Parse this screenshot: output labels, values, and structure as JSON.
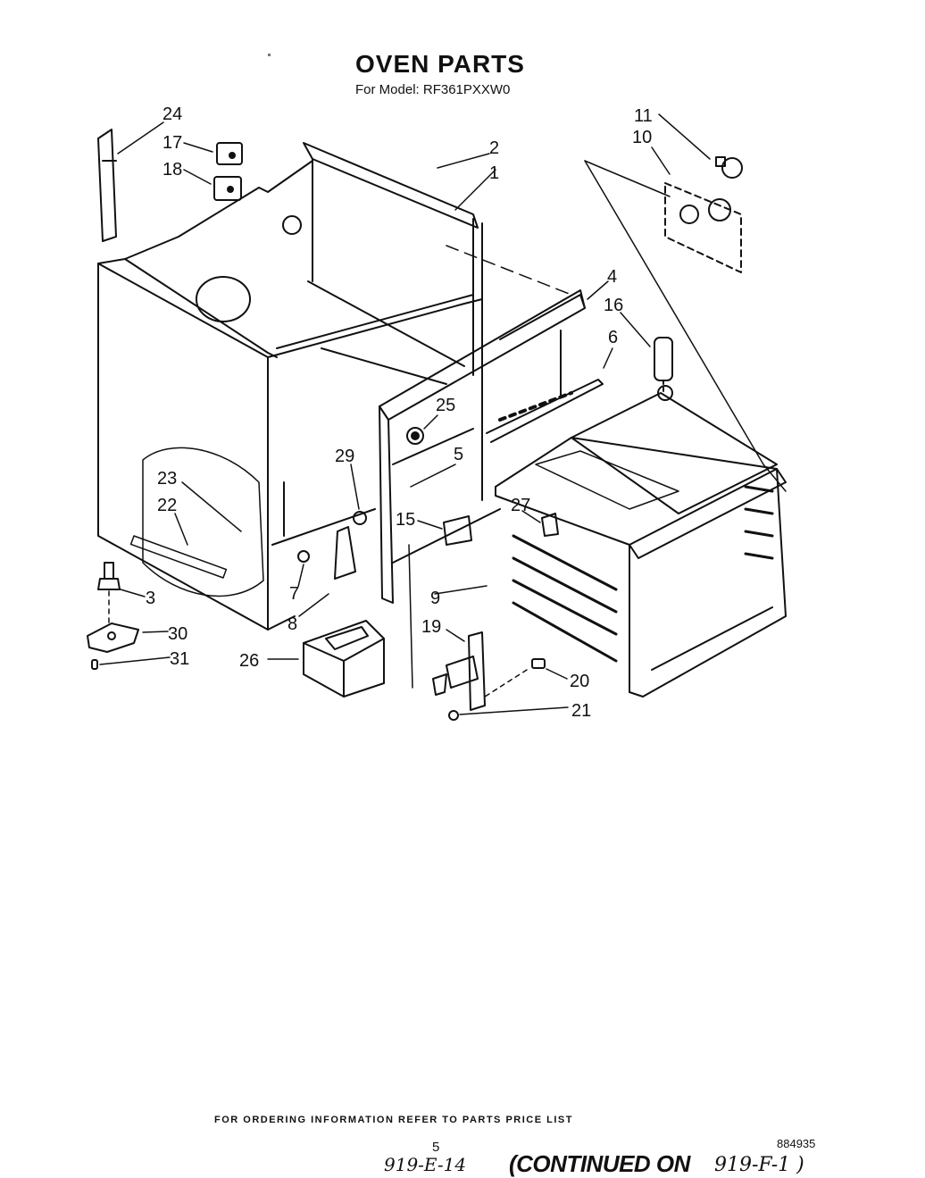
{
  "header": {
    "title": "OVEN PARTS",
    "subtitle": "For Model: RF361PXXW0"
  },
  "callouts": {
    "c1": "1",
    "c2": "2",
    "c3": "3",
    "c4": "4",
    "c5": "5",
    "c6": "6",
    "c7": "7",
    "c8": "8",
    "c9": "9",
    "c10": "10",
    "c11": "11",
    "c15": "15",
    "c16": "16",
    "c17": "17",
    "c18": "18",
    "c19": "19",
    "c20": "20",
    "c21": "21",
    "c22": "22",
    "c23": "23",
    "c24": "24",
    "c25": "25",
    "c26": "26",
    "c27": "27",
    "c29": "29",
    "c30": "30",
    "c31": "31"
  },
  "footer": {
    "order_note": "FOR ORDERING INFORMATION REFER TO PARTS PRICE LIST",
    "page_number": "5",
    "doc_number": "884935",
    "handwritten_ref": "919-E-14",
    "continued_label": "(CONTINUED ON",
    "continued_ref": "919-F-1 )"
  }
}
